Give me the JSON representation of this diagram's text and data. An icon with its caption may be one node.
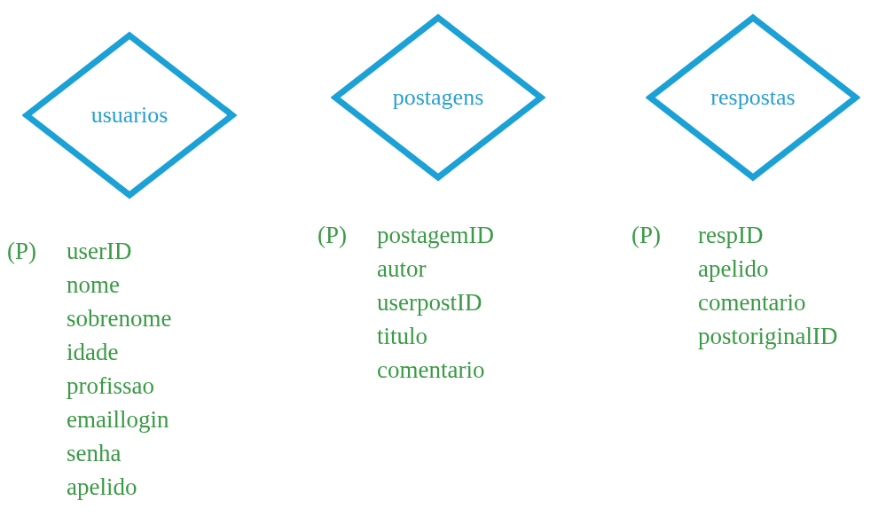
{
  "diagram": {
    "nodes": [
      {
        "text": [
          "usuarios"
        ]
      },
      {
        "text": [
          "postagens"
        ]
      },
      {
        "text": [
          "respostas"
        ]
      }
    ],
    "edges": [],
    "labels": [
      "(P)",
      "userID",
      "nome",
      "sobrenome",
      "idade",
      "profissao",
      "emaillogin",
      "senha",
      "apelido",
      "(P)",
      "postagemID",
      "autor",
      "userpostID",
      "titulo",
      "comentario",
      "(P)",
      "respID",
      "apelido",
      "comentario",
      "postoriginalID"
    ]
  }
}
